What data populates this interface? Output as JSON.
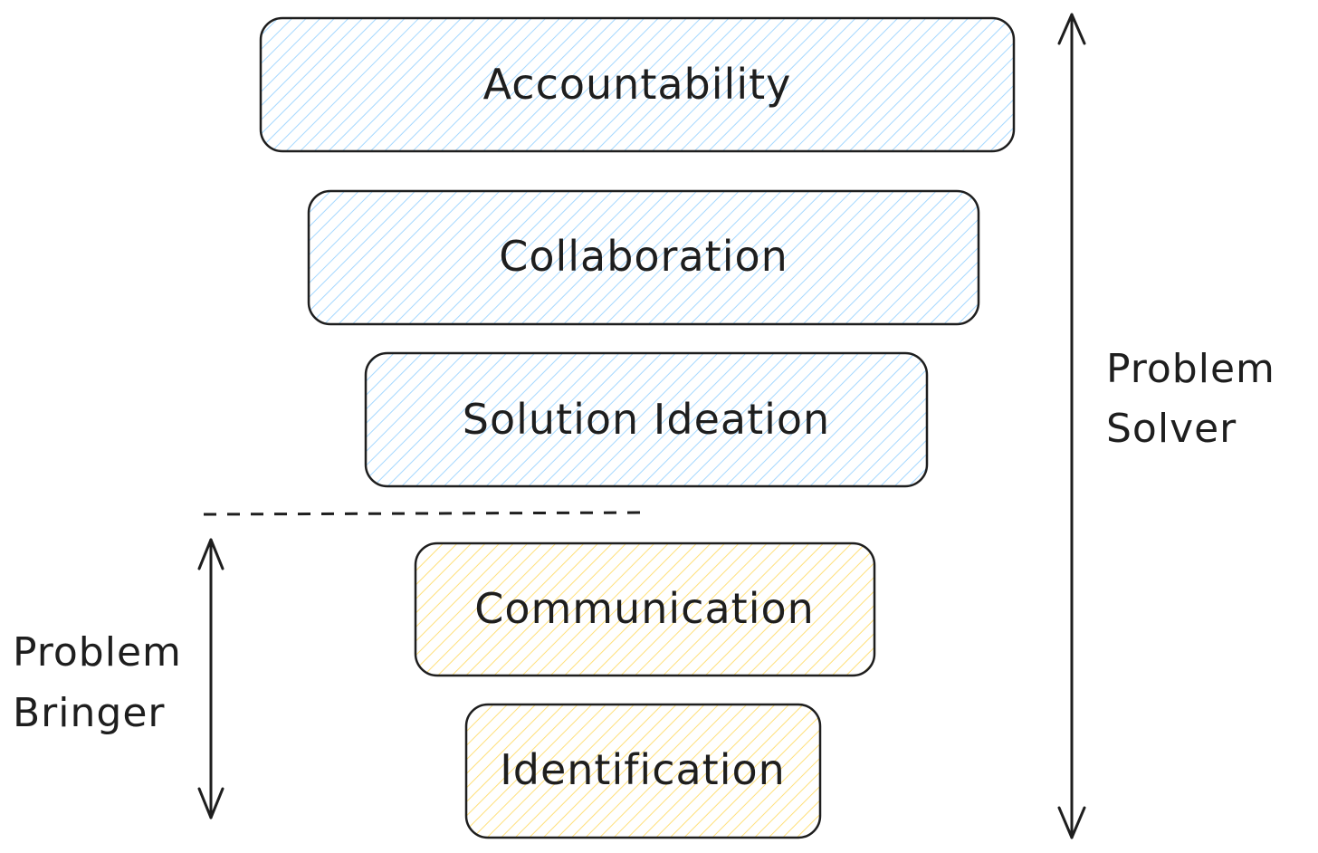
{
  "levels": [
    {
      "label": "Accountability",
      "color": "#a5d8ff"
    },
    {
      "label": "Collaboration",
      "color": "#a5d8ff"
    },
    {
      "label": "Solution Ideation",
      "color": "#a5d8ff"
    },
    {
      "label": "Communication",
      "color": "#ffec99"
    },
    {
      "label": "Identification",
      "color": "#ffec99"
    }
  ],
  "problem_solver": {
    "line1": "Problem",
    "line2": "Solver"
  },
  "problem_bringer": {
    "line1": "Problem",
    "line2": "Bringer"
  },
  "colors": {
    "stroke": "#1e1e1e",
    "solver_fill": "#a5d8ff",
    "bringer_fill": "#ffec99"
  }
}
